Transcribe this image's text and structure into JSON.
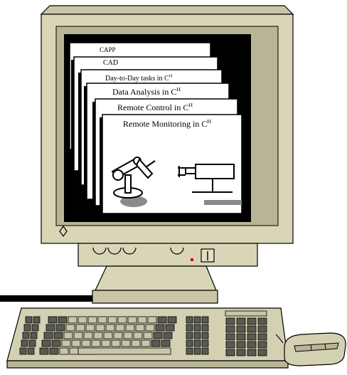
{
  "cards": [
    {
      "text": "CAPP",
      "sup": ""
    },
    {
      "text": "CAD",
      "sup": ""
    },
    {
      "text": "Day-to-Day tasks in C",
      "sup": "H"
    },
    {
      "text": "Data Analysis in C",
      "sup": "H"
    },
    {
      "text": "Remote Control in C",
      "sup": "H"
    },
    {
      "text": "Remote Monitoring in C",
      "sup": "H"
    }
  ],
  "colors": {
    "monitor_body": "#d9d6b8",
    "monitor_shade": "#b8b596",
    "screen_bezel": "#000000",
    "card_fill": "#ffffff",
    "keyboard_body": "#d4d1b2",
    "key_dark": "#5a5a52",
    "key_light": "#c9c6a8",
    "power_led": "#cc0000"
  },
  "icons": [
    "robot-arm-icon",
    "gripper-machine-icon",
    "mouse-icon",
    "keyboard-icon",
    "power-button-icon",
    "diamond-logo-icon"
  ]
}
